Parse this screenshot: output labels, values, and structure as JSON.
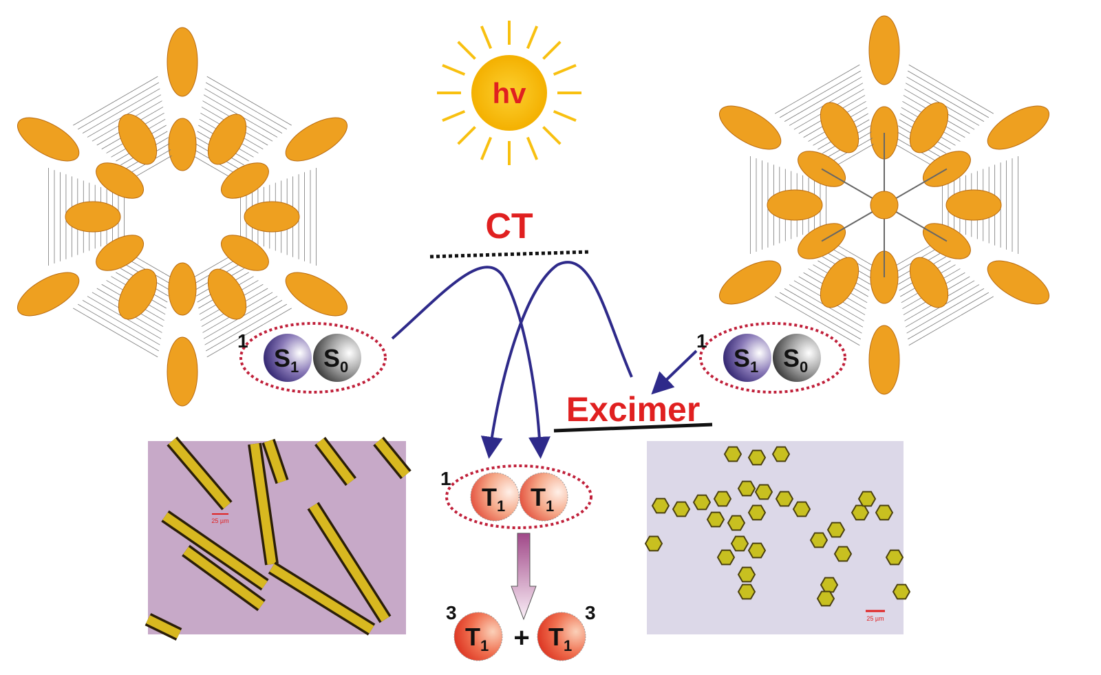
{
  "sun": {
    "label": "hv"
  },
  "ct": {
    "label": "CT"
  },
  "excimer": {
    "label": "Excimer"
  },
  "left_pair": {
    "multiplicity": "1",
    "a": "S",
    "a_sub": "1",
    "b": "S",
    "b_sub": "0"
  },
  "right_pair": {
    "multiplicity": "1",
    "a": "S",
    "a_sub": "1",
    "b": "S",
    "b_sub": "0"
  },
  "triplet_pair": {
    "multiplicity": "1",
    "a": "T",
    "a_sub": "1",
    "b": "T",
    "b_sub": "1"
  },
  "products": {
    "left_mult": "3",
    "right_mult": "3",
    "a": "T",
    "a_sub": "1",
    "b": "T",
    "b_sub": "1",
    "plus": "+"
  },
  "micrographs": {
    "left_scale": "25 µm",
    "right_scale": "25 µm"
  },
  "colors": {
    "red": "#e02020",
    "arrow": "#2e2a8a",
    "orange": "#f0a020",
    "sun": "#f8c010"
  }
}
